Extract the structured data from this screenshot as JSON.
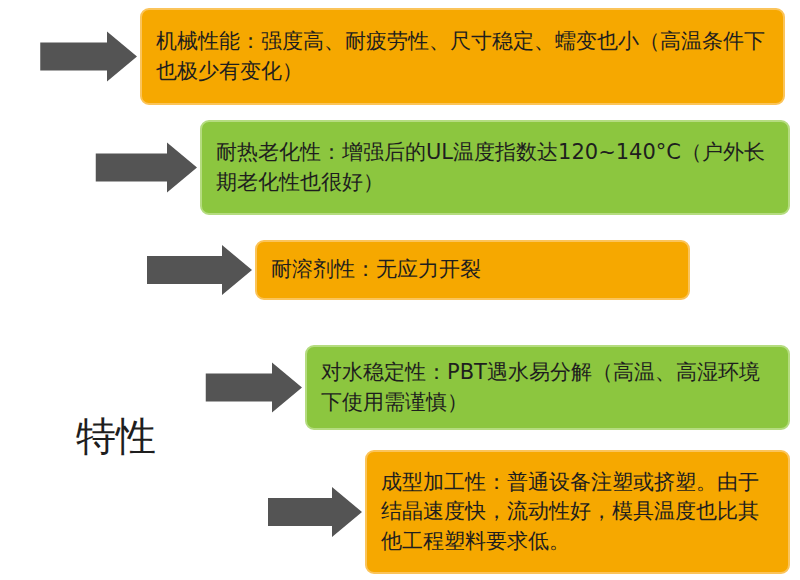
{
  "diagram": {
    "nodes": [
      {
        "text": [
          "特性"
        ]
      },
      {
        "text": [
          "机械性能：强度高、耐疲劳性、尺寸稳定、蠕变也小（高温条件下也极少有变化）"
        ]
      },
      {
        "text": [
          "耐热老化性：增强后的UL温度指数达120~140°C（户外长期老化性也很好）"
        ]
      },
      {
        "text": [
          "耐溶剂性：无应力开裂"
        ]
      },
      {
        "text": [
          "对水稳定性：PBT遇水易分解（高温、高湿环境下使用需谨慎）"
        ]
      },
      {
        "text": [
          "成型加工性：普通设备注塑或挤塑。由于结晶速度快，流动性好，模具温度也比其他工程塑料要求低。"
        ]
      }
    ],
    "edges": [
      {
        "from": 0,
        "to": 1,
        "arrow": "to"
      },
      {
        "from": 0,
        "to": 2,
        "arrow": "to"
      },
      {
        "from": 0,
        "to": 3,
        "arrow": "to"
      },
      {
        "from": 0,
        "to": 4,
        "arrow": "to"
      },
      {
        "from": 0,
        "to": 5,
        "arrow": "to"
      }
    ]
  }
}
